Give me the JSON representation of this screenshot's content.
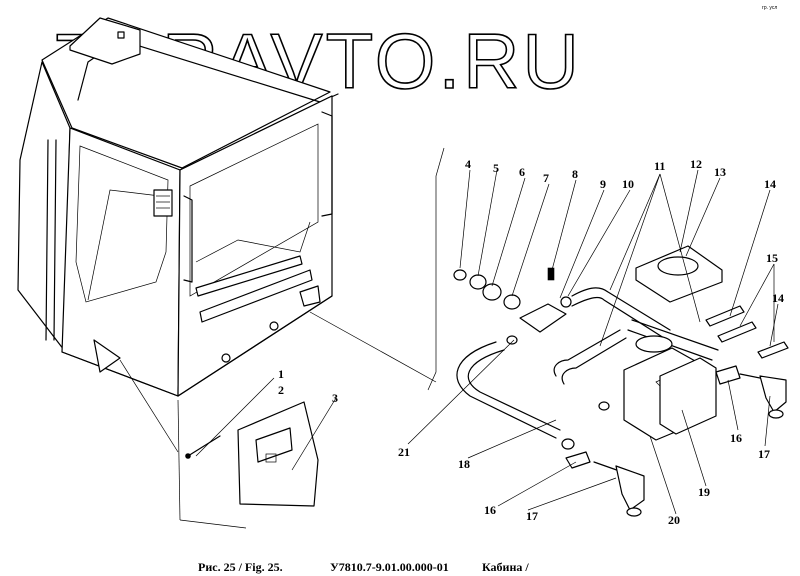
{
  "watermark": "ZURAVTO.RU",
  "corner_note": "гр. усл",
  "caption": {
    "fig": "Рис. 25 / Fig. 25.",
    "code": "У7810.7-9.01.00.000-01",
    "title": "Кабина /"
  },
  "callouts": [
    "1",
    "2",
    "3",
    "4",
    "5",
    "6",
    "7",
    "8",
    "9",
    "10",
    "11",
    "12",
    "13",
    "14",
    "15",
    "14",
    "16",
    "17",
    "16",
    "17",
    "18",
    "19",
    "20",
    "21"
  ]
}
